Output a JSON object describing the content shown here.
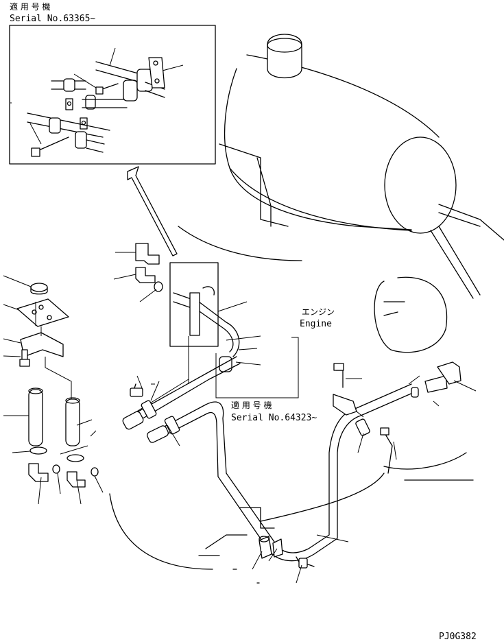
{
  "top_note": {
    "label_jp": "適 用 号 機",
    "serial": "Serial No.63365~"
  },
  "middle_note": {
    "label_jp": "適 用 号 機",
    "serial": "Serial No.64323~"
  },
  "engine_label": {
    "jp": "エンジン",
    "en": "Engine"
  },
  "drawing_code": "PJ0G382"
}
